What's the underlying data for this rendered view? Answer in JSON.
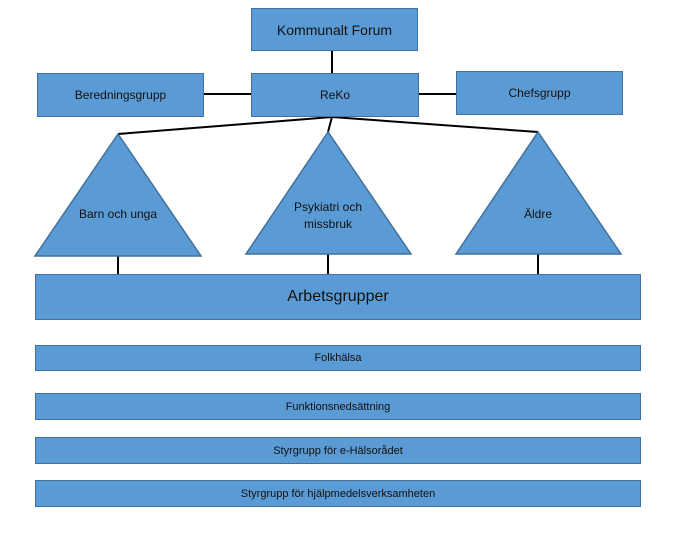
{
  "diagram": {
    "top": "Kommunalt Forum",
    "center": "ReKo",
    "left": "Beredningsgrupp",
    "right": "Chefsgrupp",
    "triangles": [
      {
        "lines": [
          "Barn och unga"
        ]
      },
      {
        "lines": [
          "Psykiatri och",
          "missbruk"
        ]
      },
      {
        "lines": [
          "Äldre"
        ]
      }
    ],
    "bar_main": "Arbetsgrupper",
    "bars": [
      "Folkhälsa",
      "Funktionsnedsättning",
      "Styrgrupp för e-Hälsorådet",
      "Styrgrupp för hjälpmedelsverksamheten"
    ],
    "colors": {
      "fill": "#5b9bd5",
      "stroke": "#41719c",
      "line": "#000000"
    }
  }
}
